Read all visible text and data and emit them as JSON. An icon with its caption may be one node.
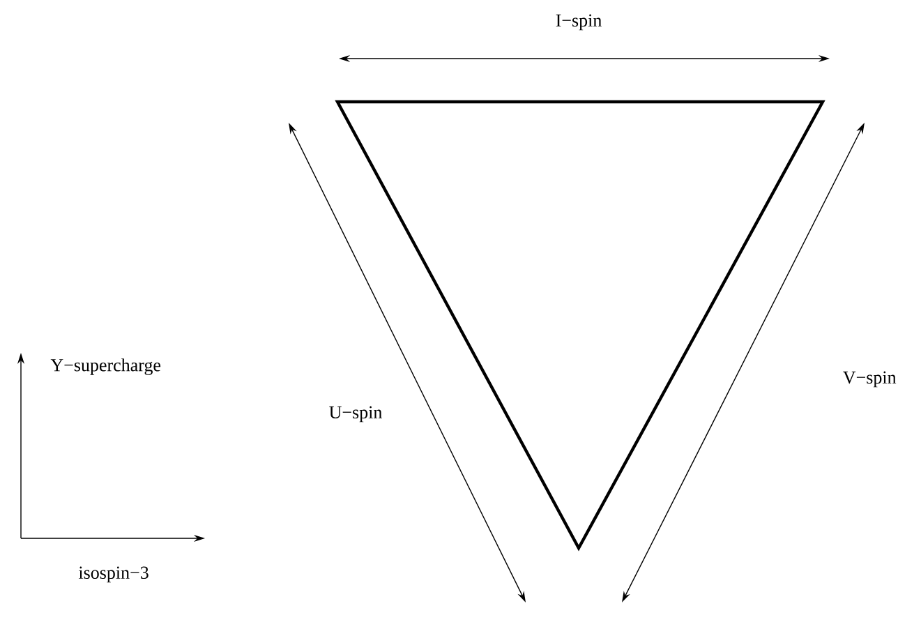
{
  "diagram": {
    "nodes": [
      {
        "text": [],
        "shape": "triangle"
      }
    ],
    "labels": [
      "I−spin",
      "Y−supercharge",
      "U−spin",
      "V−spin",
      "isospin−3"
    ]
  }
}
